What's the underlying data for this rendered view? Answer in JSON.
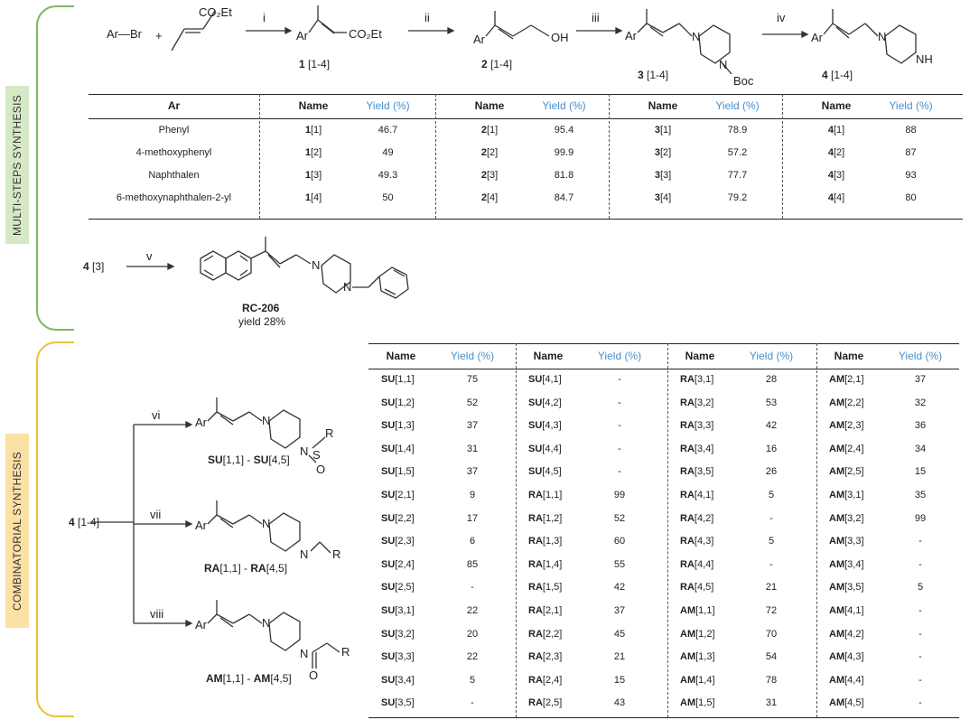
{
  "sections": {
    "multi_steps": "MULTI-STEPS  SYNTHESIS",
    "combinatorial": "COMBINATORIAL  SYNTHESIS"
  },
  "scheme": {
    "reagent_arbr": "Ar—Br",
    "plus": "+",
    "co2et": "CO₂Et",
    "steps": [
      "i",
      "ii",
      "iii",
      "iv",
      "v",
      "vi",
      "vii",
      "viii"
    ],
    "compounds": [
      {
        "num": "1",
        "range": " [1-4]"
      },
      {
        "num": "2",
        "range": " [1-4]"
      },
      {
        "num": "3",
        "range": " [1-4]"
      },
      {
        "num": "4",
        "range": " [1-4]"
      }
    ],
    "labels": {
      "ar": "Ar",
      "oh": "OH",
      "boc": "Boc",
      "nh": "NH",
      "n": "N",
      "r": "R",
      "s": "S",
      "o": "O"
    },
    "rc_input": {
      "num": "4",
      "range": " [3]"
    },
    "rc_name": "RC-206",
    "rc_yield": "yield 28%",
    "comb_input": {
      "num": "4",
      "range": " [1-4]"
    },
    "su_caption": {
      "a": "SU",
      "ra": "[1,1]",
      "sep": " - ",
      "b": "SU",
      "rb": "[4,5]"
    },
    "ra_caption": {
      "a": "RA",
      "ra": "[1,1]",
      "sep": " - ",
      "b": "RA",
      "rb": "[4,5]"
    },
    "am_caption": {
      "a": "AM",
      "ra": "[1,1]",
      "sep": " - ",
      "b": "AM",
      "rb": "[4,5]"
    }
  },
  "table1": {
    "headers": {
      "ar": "Ar",
      "name": "Name",
      "yield": "Yield (%)"
    },
    "rows": [
      {
        "ar": "Phenyl",
        "c1": [
          "1",
          "[1]",
          "46.7"
        ],
        "c2": [
          "2",
          "[1]",
          "95.4"
        ],
        "c3": [
          "3",
          "[1]",
          "78.9"
        ],
        "c4": [
          "4",
          "[1]",
          "88"
        ]
      },
      {
        "ar": "4-methoxyphenyl",
        "c1": [
          "1",
          "[2]",
          "49"
        ],
        "c2": [
          "2",
          "[2]",
          "99.9"
        ],
        "c3": [
          "3",
          "[2]",
          "57.2"
        ],
        "c4": [
          "4",
          "[2]",
          "87"
        ]
      },
      {
        "ar": "Naphthalen",
        "c1": [
          "1",
          "[3]",
          "49.3"
        ],
        "c2": [
          "2",
          "[3]",
          "81.8"
        ],
        "c3": [
          "3",
          "[3]",
          "77.7"
        ],
        "c4": [
          "4",
          "[3]",
          "93"
        ]
      },
      {
        "ar": "6-methoxynaphthalen-2-yl",
        "c1": [
          "1",
          "[4]",
          "50"
        ],
        "c2": [
          "2",
          "[4]",
          "84.7"
        ],
        "c3": [
          "3",
          "[4]",
          "79.2"
        ],
        "c4": [
          "4",
          "[4]",
          "80"
        ]
      }
    ]
  },
  "table2": {
    "headers": {
      "name": "Name",
      "yield": "Yield (%)"
    },
    "rows": [
      [
        [
          "SU",
          "[1,1]",
          "75"
        ],
        [
          "SU",
          "[4,1]",
          "-"
        ],
        [
          "RA",
          "[3,1]",
          "28"
        ],
        [
          "AM",
          "[2,1]",
          "37"
        ]
      ],
      [
        [
          "SU",
          "[1,2]",
          "52"
        ],
        [
          "SU",
          "[4,2]",
          "-"
        ],
        [
          "RA",
          "[3,2]",
          "53"
        ],
        [
          "AM",
          "[2,2]",
          "32"
        ]
      ],
      [
        [
          "SU",
          "[1,3]",
          "37"
        ],
        [
          "SU",
          "[4,3]",
          "-"
        ],
        [
          "RA",
          "[3,3]",
          "42"
        ],
        [
          "AM",
          "[2,3]",
          "36"
        ]
      ],
      [
        [
          "SU",
          "[1,4]",
          "31"
        ],
        [
          "SU",
          "[4,4]",
          "-"
        ],
        [
          "RA",
          "[3,4]",
          "16"
        ],
        [
          "AM",
          "[2,4]",
          "34"
        ]
      ],
      [
        [
          "SU",
          "[1,5]",
          "37"
        ],
        [
          "SU",
          "[4,5]",
          "-"
        ],
        [
          "RA",
          "[3,5]",
          "26"
        ],
        [
          "AM",
          "[2,5]",
          "15"
        ]
      ],
      [
        [
          "SU",
          "[2,1]",
          "9"
        ],
        [
          "RA",
          "[1,1]",
          "99"
        ],
        [
          "RA",
          "[4,1]",
          "5"
        ],
        [
          "AM",
          "[3,1]",
          "35"
        ]
      ],
      [
        [
          "SU",
          "[2,2]",
          "17"
        ],
        [
          "RA",
          "[1,2]",
          "52"
        ],
        [
          "RA",
          "[4,2]",
          "-"
        ],
        [
          "AM",
          "[3,2]",
          "99"
        ]
      ],
      [
        [
          "SU",
          "[2,3]",
          "6"
        ],
        [
          "RA",
          "[1,3]",
          "60"
        ],
        [
          "RA",
          "[4,3]",
          "5"
        ],
        [
          "AM",
          "[3,3]",
          "-"
        ]
      ],
      [
        [
          "SU",
          "[2,4]",
          "85"
        ],
        [
          "RA",
          "[1,4]",
          "55"
        ],
        [
          "RA",
          "[4,4]",
          "-"
        ],
        [
          "AM",
          "[3,4]",
          "-"
        ]
      ],
      [
        [
          "SU",
          "[2,5]",
          "-"
        ],
        [
          "RA",
          "[1,5]",
          "42"
        ],
        [
          "RA",
          "[4,5]",
          "21"
        ],
        [
          "AM",
          "[3,5]",
          "5"
        ]
      ],
      [
        [
          "SU",
          "[3,1]",
          "22"
        ],
        [
          "RA",
          "[2,1]",
          "37"
        ],
        [
          "AM",
          "[1,1]",
          "72"
        ],
        [
          "AM",
          "[4,1]",
          "-"
        ]
      ],
      [
        [
          "SU",
          "[3,2]",
          "20"
        ],
        [
          "RA",
          "[2,2]",
          "45"
        ],
        [
          "AM",
          "[1,2]",
          "70"
        ],
        [
          "AM",
          "[4,2]",
          "-"
        ]
      ],
      [
        [
          "SU",
          "[3,3]",
          "22"
        ],
        [
          "RA",
          "[2,3]",
          "21"
        ],
        [
          "AM",
          "[1,3]",
          "54"
        ],
        [
          "AM",
          "[4,3]",
          "-"
        ]
      ],
      [
        [
          "SU",
          "[3,4]",
          "5"
        ],
        [
          "RA",
          "[2,4]",
          "15"
        ],
        [
          "AM",
          "[1,4]",
          "78"
        ],
        [
          "AM",
          "[4,4]",
          "-"
        ]
      ],
      [
        [
          "SU",
          "[3,5]",
          "-"
        ],
        [
          "RA",
          "[2,5]",
          "43"
        ],
        [
          "AM",
          "[1,5]",
          "31"
        ],
        [
          "AM",
          "[4,5]",
          "-"
        ]
      ]
    ]
  }
}
